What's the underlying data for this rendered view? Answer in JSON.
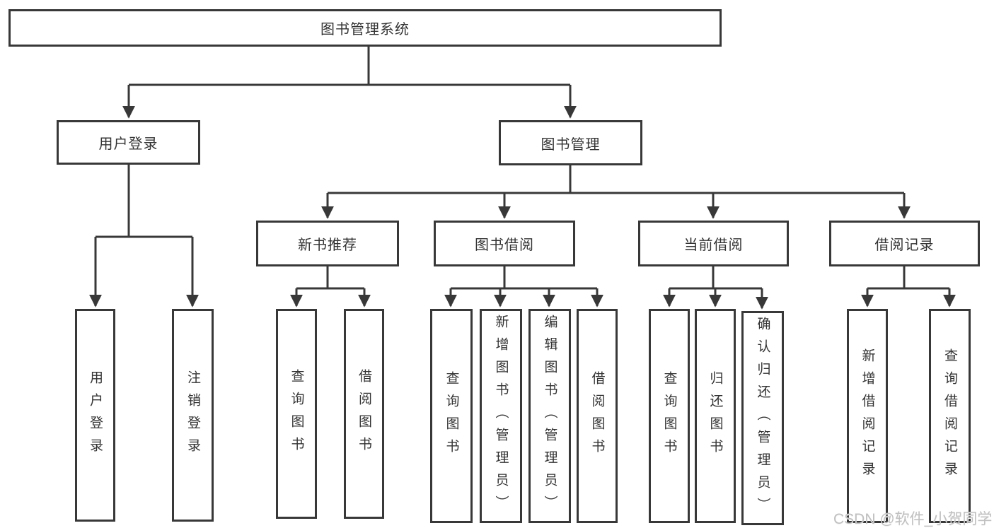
{
  "colors": {
    "line": "#383838",
    "text": "#333333",
    "box_background": "#ffffff",
    "watermark": "#c0c0c0"
  },
  "watermark": {
    "text": "CSDN @软件_小贺同学"
  },
  "tree": {
    "root": {
      "label": "图书管理系统"
    },
    "branches": [
      {
        "label": "用户登录",
        "children": [
          {
            "label": "用户登录"
          },
          {
            "label": "注销登录"
          }
        ]
      },
      {
        "label": "图书管理",
        "children": [
          {
            "label": "新书推荐",
            "children": [
              {
                "label": "查询图书"
              },
              {
                "label": "借阅图书"
              }
            ]
          },
          {
            "label": "图书借阅",
            "children": [
              {
                "label": "查询图书"
              },
              {
                "label": "新增图书（管理员）"
              },
              {
                "label": "编辑图书（管理员）"
              },
              {
                "label": "借阅图书"
              }
            ]
          },
          {
            "label": "当前借阅",
            "children": [
              {
                "label": "查询图书"
              },
              {
                "label": "归还图书"
              },
              {
                "label": "确认归还（管理员）"
              }
            ]
          },
          {
            "label": "借阅记录",
            "children": [
              {
                "label": "新增借阅记录"
              },
              {
                "label": "查询借阅记录"
              }
            ]
          }
        ]
      }
    ]
  }
}
